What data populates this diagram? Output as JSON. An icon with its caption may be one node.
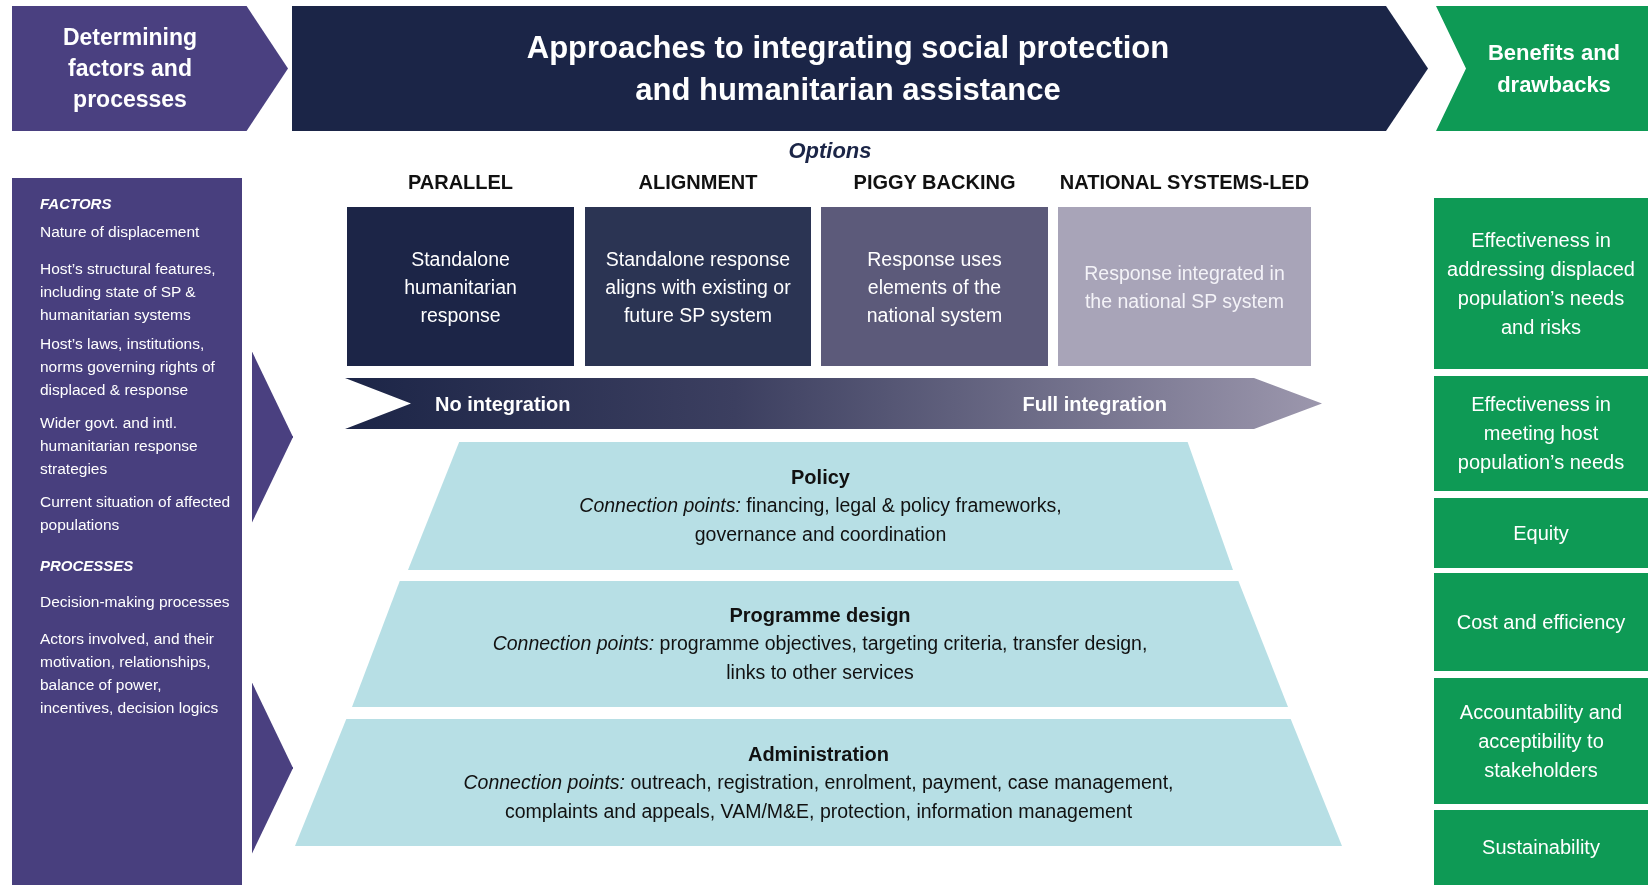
{
  "diagram": {
    "nodes": [
      {
        "text": [
          "Determining factors and processes"
        ]
      },
      {
        "text": [
          "Approaches to integrating social protection and humanitarian assistance"
        ]
      },
      {
        "text": [
          "Benefits and drawbacks"
        ]
      },
      {
        "text": [
          "FACTORS",
          "Nature of displacement",
          "Host’s structural features, including state of SP & humanitarian systems",
          "Host’s laws, institutions, norms governing rights of displaced & response",
          "Wider govt. and intl. humanitarian response strategies",
          "Current situation of affected populations",
          "PROCESSES",
          "Decision-making processes",
          "Actors involved, and their motivation, relationships, balance of power, incentives, decision logics"
        ]
      },
      {
        "text": [
          "PARALLEL",
          "Standalone humanitarian response"
        ]
      },
      {
        "text": [
          "ALIGNMENT",
          "Standalone response aligns with existing or future SP system"
        ]
      },
      {
        "text": [
          "PIGGY BACKING",
          "Response uses elements of the national system"
        ]
      },
      {
        "text": [
          "NATIONAL SYSTEMS-LED",
          "Response integrated in the national SP system"
        ]
      },
      {
        "text": [
          "No integration",
          "Full integration"
        ]
      },
      {
        "text": [
          "Policy",
          "*Connection points:* financing, legal & policy frameworks, governance and coordination"
        ]
      },
      {
        "text": [
          "Programme design",
          "*Connection points:* programme objectives, targeting criteria, transfer design, links to other services"
        ]
      },
      {
        "text": [
          "Administration",
          "*Connection points:* outreach, registration, enrolment, payment, case management, complaints and appeals, VAM/M&E, protection, information management"
        ]
      },
      {
        "text": [
          "Effectiveness in addressing displaced population’s needs and risks"
        ]
      },
      {
        "text": [
          "Effectiveness in meeting host population’s needs"
        ]
      },
      {
        "text": [
          "Equity"
        ]
      },
      {
        "text": [
          "Cost and efficiency"
        ]
      },
      {
        "text": [
          "Accountability and acceptibility to stakeholders"
        ]
      },
      {
        "text": [
          "Sustainability"
        ]
      }
    ],
    "edges": [
      {
        "from": 3,
        "to": 8,
        "arrow": "to"
      },
      {
        "from": 3,
        "to": 11,
        "arrow": "to"
      }
    ],
    "labels": [
      "Options"
    ]
  }
}
